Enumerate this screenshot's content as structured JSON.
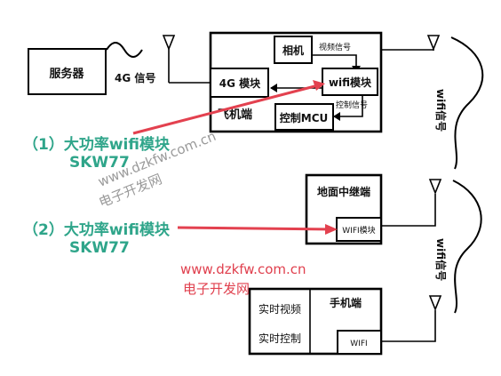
{
  "labels": {
    "server": "服务器",
    "link_4g": "4G 信号",
    "camera": "相机",
    "video_signal": "视频信号",
    "module_4g": "4G 模块",
    "wifi_module": "wifi模块",
    "aircraft_end": "飞机端",
    "control_mcu": "控制MCU",
    "control_signal": "控制信号",
    "ground_relay": "地面中继端",
    "ground_wifi_module": "WIFI模块",
    "realtime_video": "实时视频",
    "realtime_control": "实时控制",
    "phone_end": "手机端",
    "phone_wifi": "WIFI",
    "wifi_signal_1": "wifi信号",
    "wifi_signal_2": "wifi信号"
  },
  "callouts": [
    {
      "line1": "（1）大功率wifi模块",
      "line2": "SKW77"
    },
    {
      "line1": "（2）大功率wifi模块",
      "line2": "SKW77"
    }
  ],
  "watermarks": [
    {
      "url": "www.dzkfw.com.cn",
      "name": "电子开发网"
    },
    {
      "url": "www.dzkfw.com.cn",
      "name": "电子开发网"
    }
  ],
  "colors": {
    "callout_text": "#2fa58a",
    "arrow": "#e3414f",
    "watermark_1": "#9a9a9a",
    "watermark_2": "#e0404e"
  }
}
